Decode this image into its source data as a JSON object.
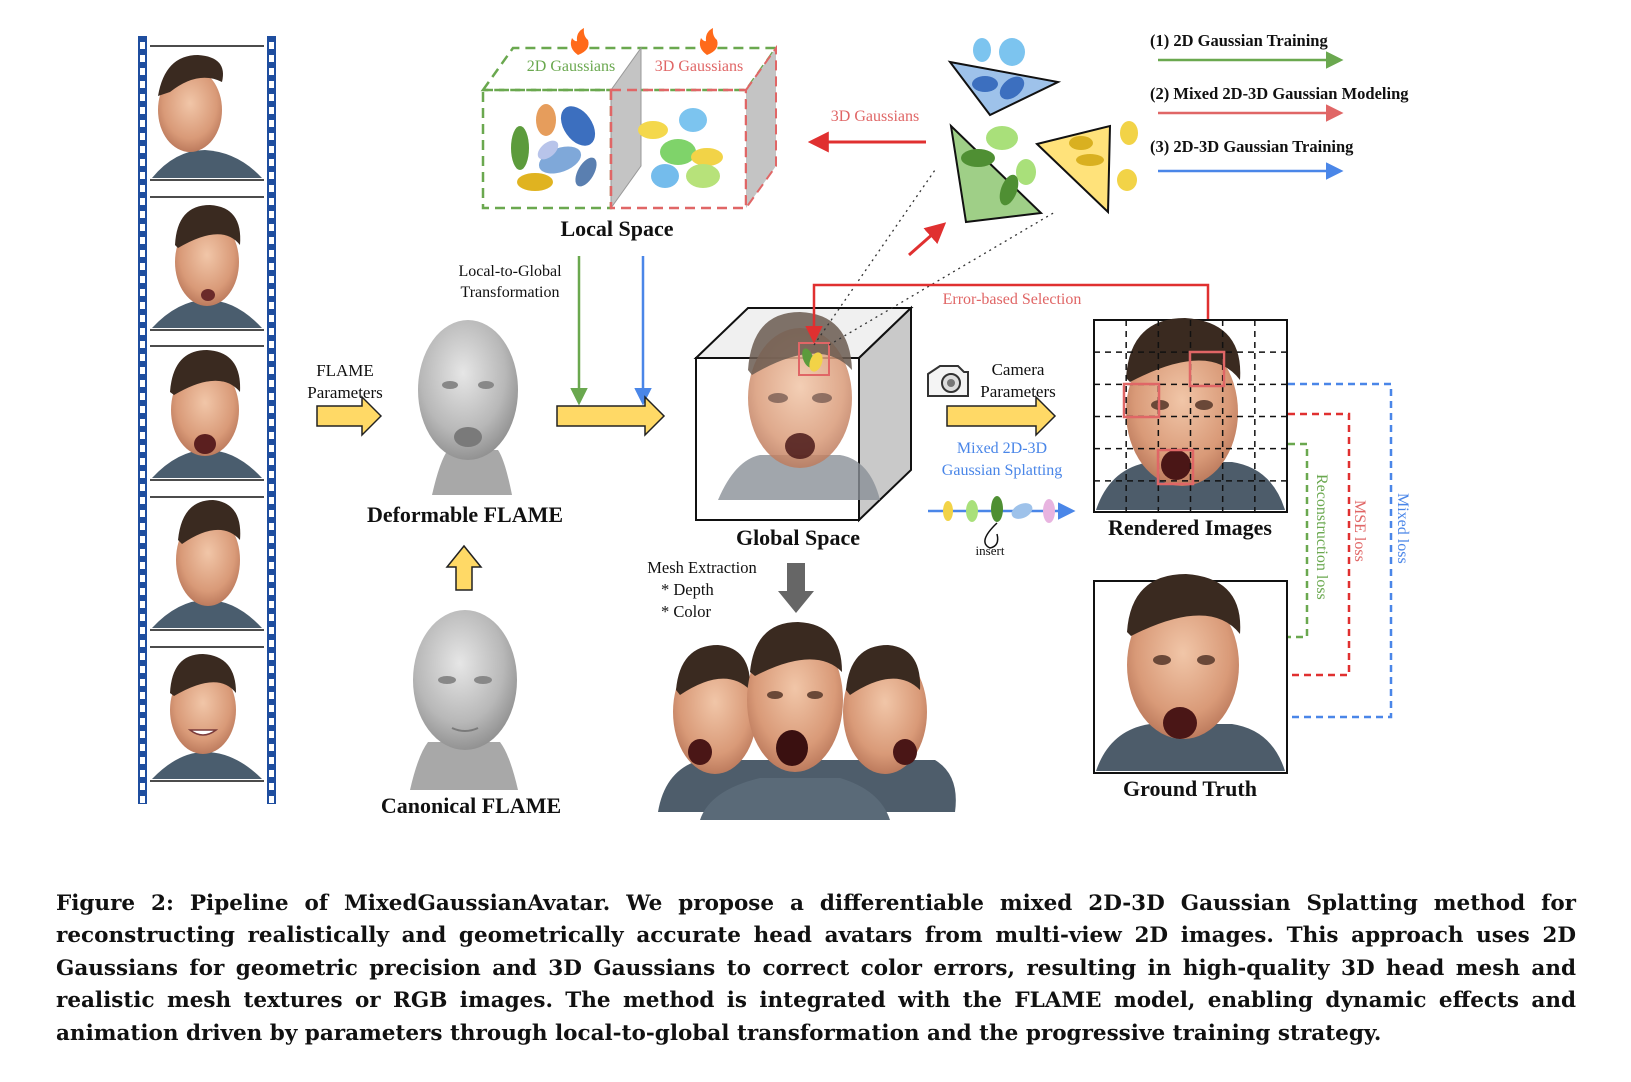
{
  "legend": {
    "item1": "(1) 2D Gaussian Training",
    "item2": "(2) Mixed 2D-3D Gaussian Modeling",
    "item3": "(3) 2D-3D Gaussian Training"
  },
  "labels": {
    "flame_params_1": "FLAME",
    "flame_params_2": "Parameters",
    "deformable_flame": "Deformable FLAME",
    "canonical_flame": "Canonical FLAME",
    "l2g_1": "Local-to-Global",
    "l2g_2": "Transformation",
    "local_space": "Local Space",
    "gauss_2d": "2D Gaussians",
    "gauss_3d": "3D Gaussians",
    "gauss_3d_select": "3D Gaussians",
    "global_space": "Global Space",
    "error_selection": "Error-based Selection",
    "camera_1": "Camera",
    "camera_2": "Parameters",
    "splat_1": "Mixed 2D-3D",
    "splat_2": "Gaussian Splatting",
    "insert": "insert",
    "rendered_images": "Rendered Images",
    "ground_truth": "Ground Truth",
    "mesh_1": "Mesh Extraction",
    "mesh_2": "* Depth",
    "mesh_3": "* Color",
    "recon_loss": "Reconstruction loss",
    "mse_loss": "MSE loss",
    "mixed_loss": "Mixed loss"
  },
  "colors": {
    "green": "#6aa84f",
    "red": "#e03030",
    "blue": "#4a86e8",
    "arrow_yellow": "#ffd966",
    "film_blue": "#1f4e9f"
  },
  "caption": "Figure 2: Pipeline of MixedGaussianAvatar. We propose a differentiable mixed 2D-3D Gaussian Splatting method for reconstructing realistically and geometrically accurate head avatars from multi-view 2D images. This approach uses 2D Gaussians for geometric precision and 3D Gaussians to correct color errors, resulting in high-quality 3D head mesh and realistic mesh textures or RGB images. The method is integrated with the FLAME model, enabling dynamic effects and animation driven by parameters through local-to-global transformation and the progressive training strategy."
}
